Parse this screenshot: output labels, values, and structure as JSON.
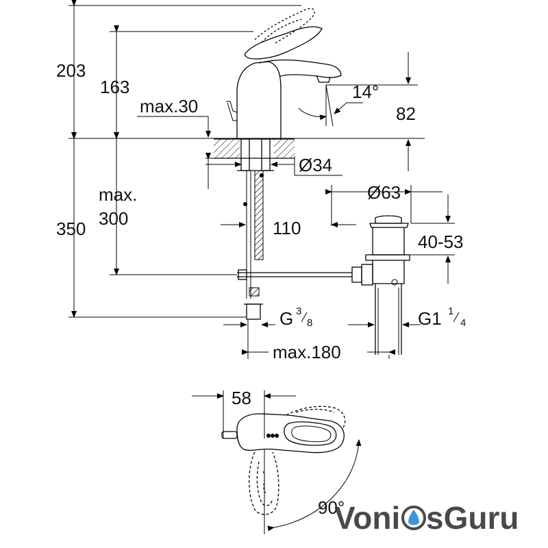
{
  "side_view": {
    "dims": {
      "total_height": "203",
      "spout_height": "163",
      "max_deck": "max.30",
      "spout_angle": "14°",
      "spout_clearance": "82",
      "hole_diameter": "Ø34",
      "waste_diameter": "Ø63",
      "max_label_line1": "max.",
      "max_label_line2": "300",
      "below_deck": "350",
      "rod_offset": "110",
      "waste_range": "40-53",
      "supply_thread": "G",
      "supply_thread_num": "3",
      "supply_thread_den": "8",
      "waste_thread": "G1",
      "waste_thread_num": "1",
      "waste_thread_den": "4",
      "max_180": "max.180"
    }
  },
  "top_view": {
    "dims": {
      "lever_offset": "58",
      "rotation": "90°"
    }
  },
  "watermark": {
    "brand_part1": "Voni",
    "brand_part2": "sGuru",
    "drop_color": "#2a8fd6"
  }
}
